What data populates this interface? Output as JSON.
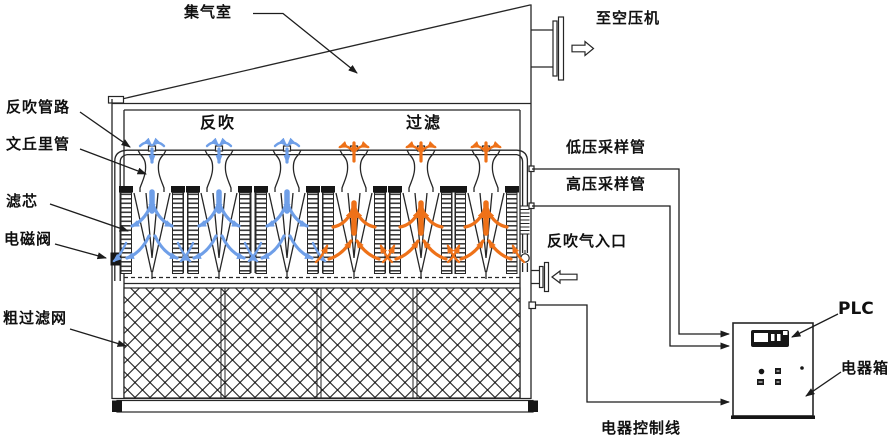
{
  "colors": {
    "backflush_blue": "#6f9fe8",
    "filter_orange": "#ee7118",
    "line": "#262626",
    "label_text": "#101010"
  },
  "labels": {
    "gas_collection_chamber": "集气室",
    "to_air_compressor": "至空压机",
    "backflush_pipeline": "反吹管路",
    "venturi_tube": "文丘里管",
    "filter_element": "滤芯",
    "solenoid_valve": "电磁阀",
    "coarse_filter_screen": "粗过滤网",
    "backflush_zone": "反吹",
    "filtration_zone": "过滤",
    "low_pressure_sampling_tube": "低压采样管",
    "high_pressure_sampling_tube": "高压采样管",
    "backflush_air_inlet": "反吹气入口",
    "plc": "PLC",
    "electric_box": "电器箱",
    "electric_control_line": "电器控制线"
  }
}
